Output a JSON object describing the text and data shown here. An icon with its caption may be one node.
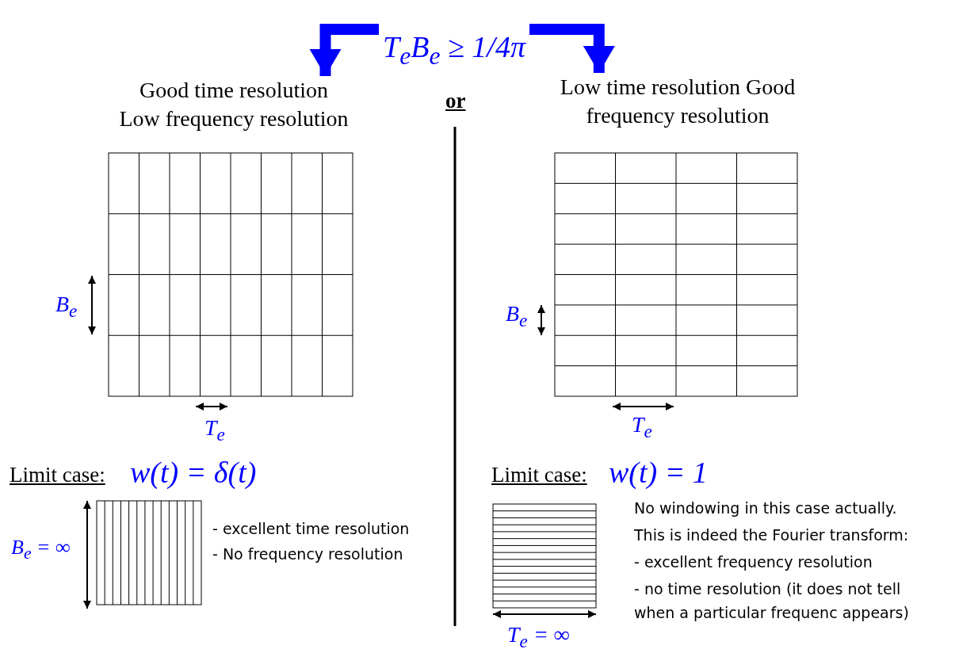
{
  "diagram": {
    "nodes": [
      {
        "text": [
          "T$_{e}$B$_{e}$ ≥ 1/4π"
        ]
      },
      {
        "text": [
          "Good time resolution Low frequency resolution"
        ]
      },
      {
        "text": [
          "Low time resolution Good frequency resolution"
        ]
      }
    ],
    "edges": [
      {
        "from": 0,
        "to": 1,
        "arrow": "to"
      },
      {
        "from": 0,
        "to": 2,
        "arrow": "to"
      }
    ],
    "labels": [
      "or",
      "B$_{e}$",
      "T$_{e}$",
      "Limit case:",
      "w(t) = δ(t)",
      "B$_{e}$ = ∞",
      "- excellent time resolution",
      "- No frequency resolution",
      "B$_{e}$",
      "T$_{e}$",
      "Limit case:",
      "w(t) = 1",
      "No windowing in this case actually.",
      "This is indeed the Fourier transform:",
      "- excellent frequency resolution",
      "- no time resolution (it does not tell when a particular frequenc appears)",
      "T$_{e}$ = ∞"
    ]
  }
}
